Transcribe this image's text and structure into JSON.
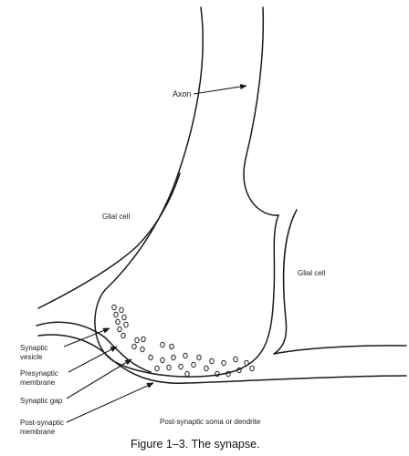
{
  "labels": {
    "axon": "Axon",
    "glial_left": "Glial cell",
    "glial_right": "Glial cell",
    "synaptic_vesicle": [
      "Synaptic",
      "vesicle"
    ],
    "presynaptic_membrane": [
      "Presynaptic",
      "membrane"
    ],
    "synaptic_gap": "Synaptic gap",
    "postsynaptic_membrane": [
      "Post-synaptic",
      "membrane"
    ],
    "postsynaptic_soma": "Post-synaptic soma or dendrite"
  },
  "caption": "Figure 1–3. The synapse."
}
